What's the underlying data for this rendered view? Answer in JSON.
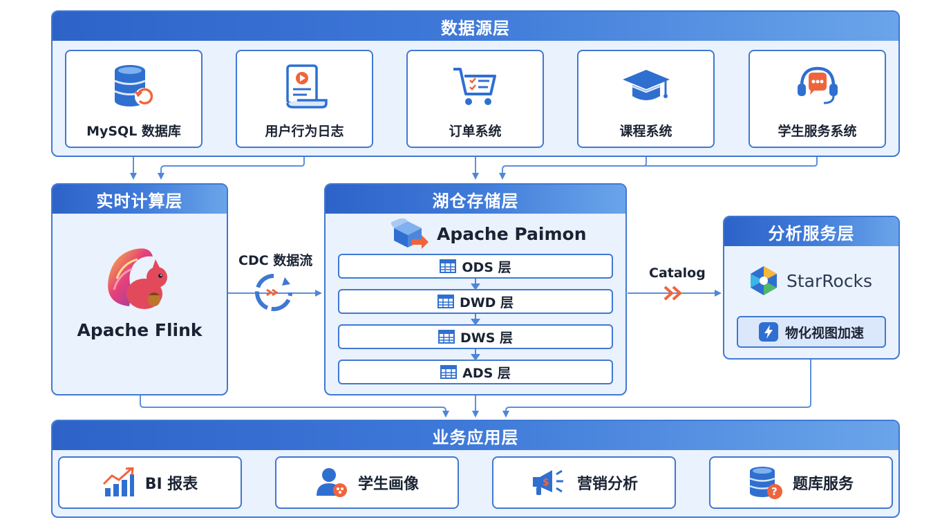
{
  "source_layer": {
    "title": "数据源层",
    "items": [
      {
        "label": "MySQL 数据库",
        "icon": "database-sync-icon"
      },
      {
        "label": "用户行为日志",
        "icon": "log-scroll-icon"
      },
      {
        "label": "订单系统",
        "icon": "shopping-cart-icon"
      },
      {
        "label": "课程系统",
        "icon": "graduation-cap-icon"
      },
      {
        "label": "学生服务系统",
        "icon": "headset-chat-icon"
      }
    ]
  },
  "compute_layer": {
    "title": "实时计算层",
    "engine": "Apache Flink",
    "icon": "flink-squirrel-icon"
  },
  "cdc_label": "CDC 数据流",
  "lake_layer": {
    "title": "湖仓存储层",
    "engine": "Apache Paimon",
    "layers": [
      "ODS 层",
      "DWD 层",
      "DWS 层",
      "ADS 层"
    ]
  },
  "catalog_label": "Catalog",
  "analysis_layer": {
    "title": "分析服务层",
    "engine": "StarRocks",
    "feature": "物化视图加速"
  },
  "app_layer": {
    "title": "业务应用层",
    "items": [
      {
        "label": "BI 报表",
        "icon": "bar-chart-trend-icon"
      },
      {
        "label": "学生画像",
        "icon": "user-profile-icon"
      },
      {
        "label": "营销分析",
        "icon": "megaphone-icon"
      },
      {
        "label": "题库服务",
        "icon": "database-question-icon"
      }
    ]
  },
  "colors": {
    "primary": "#3f78d2",
    "header_start": "#2d63c8",
    "header_end": "#6aa5ea",
    "panel_bg": "#eaf2fd",
    "accent_orange": "#f0643c"
  }
}
